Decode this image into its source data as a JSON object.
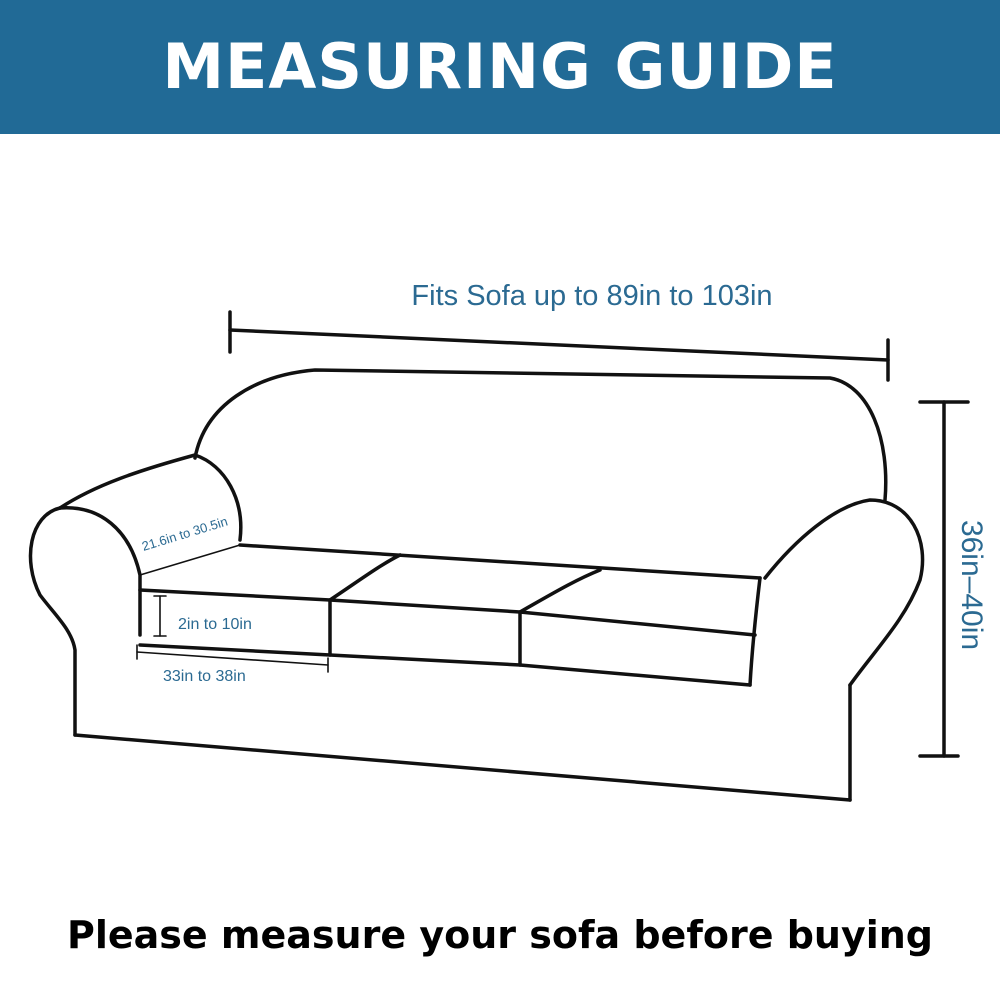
{
  "header": {
    "title": "MEASURING GUIDE",
    "background_color": "#216a96",
    "text_color": "#ffffff"
  },
  "diagram": {
    "sofa_outline_color": "#111111",
    "dimension_text_color": "#2b6a92",
    "width_label": "Fits Sofa up to 89in to 103in",
    "height_label": "36in–40in",
    "armrest_label": "21.6in to 30.5in",
    "cushion_height_label": "2in to 10in",
    "cushion_depth_label": "33in to 38in"
  },
  "footer": {
    "text": "Please measure your sofa before buying"
  }
}
